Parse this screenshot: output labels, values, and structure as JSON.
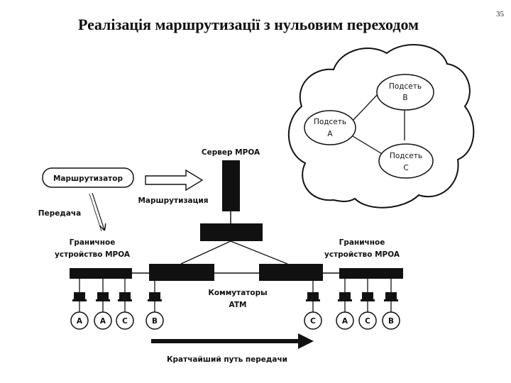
{
  "slide": {
    "title": "Реалізація маршрутизації з нульовим переходом",
    "page_number": "35"
  },
  "cloud": {
    "subnet_b": [
      "Подсеть",
      "B"
    ],
    "subnet_a": [
      "Подсеть",
      "A"
    ],
    "subnet_c": [
      "Подсеть",
      "C"
    ]
  },
  "labels": {
    "mpoa_server": "Сервер MPOA",
    "router": "Маршрутизатор",
    "routing": "Маршрутизация",
    "transfer": "Передача",
    "edge_left": [
      "Граничное",
      "устройство MPOA"
    ],
    "edge_right": [
      "Граничное",
      "устройство MPOA"
    ],
    "switches": [
      "Коммутаторы",
      "ATM"
    ],
    "shortest_path": "Кратчайший путь передачи"
  },
  "hosts_left": [
    "A",
    "A",
    "C",
    "B"
  ],
  "hosts_right": [
    "C",
    "A",
    "C",
    "B"
  ]
}
